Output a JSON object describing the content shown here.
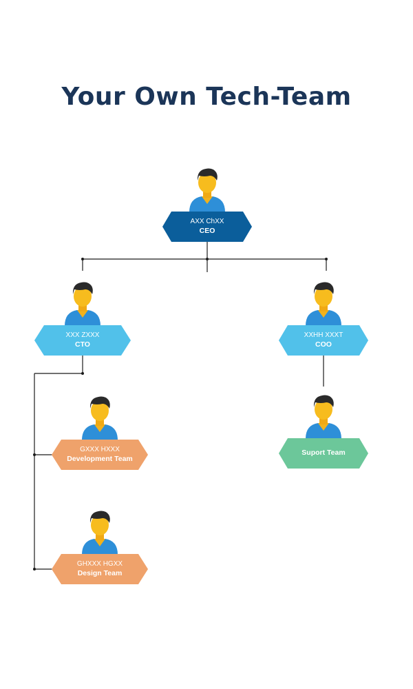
{
  "title": "Your Own Tech-Team",
  "colors": {
    "title": "#1b3558",
    "ceo_box": "#0b5e9b",
    "cto_coo_box": "#51c1ea",
    "team_box": "#efa26b",
    "support_box": "#6cc79a",
    "connector": "#1a1a1a"
  },
  "nodes": {
    "ceo": {
      "name": "AXX ChXX",
      "role": "CEO",
      "icon": "person-avatar-icon"
    },
    "cto": {
      "name": "XXX ZXXX",
      "role": "CTO",
      "icon": "person-avatar-icon"
    },
    "coo": {
      "name": "XXHH XXXT",
      "role": "COO",
      "icon": "person-avatar-icon"
    },
    "dev": {
      "name": "GXXX HXXX",
      "role": "Development Team",
      "icon": "person-avatar-icon"
    },
    "design": {
      "name": "GHXXX HGXX",
      "role": "Design Team",
      "icon": "person-avatar-icon"
    },
    "support": {
      "name": "",
      "role": "Suport Team",
      "icon": "person-avatar-icon"
    }
  },
  "edges": [
    {
      "from": "ceo",
      "to": "cto"
    },
    {
      "from": "ceo",
      "to": "coo"
    },
    {
      "from": "cto",
      "to": "dev"
    },
    {
      "from": "cto",
      "to": "design"
    },
    {
      "from": "coo",
      "to": "support"
    }
  ]
}
